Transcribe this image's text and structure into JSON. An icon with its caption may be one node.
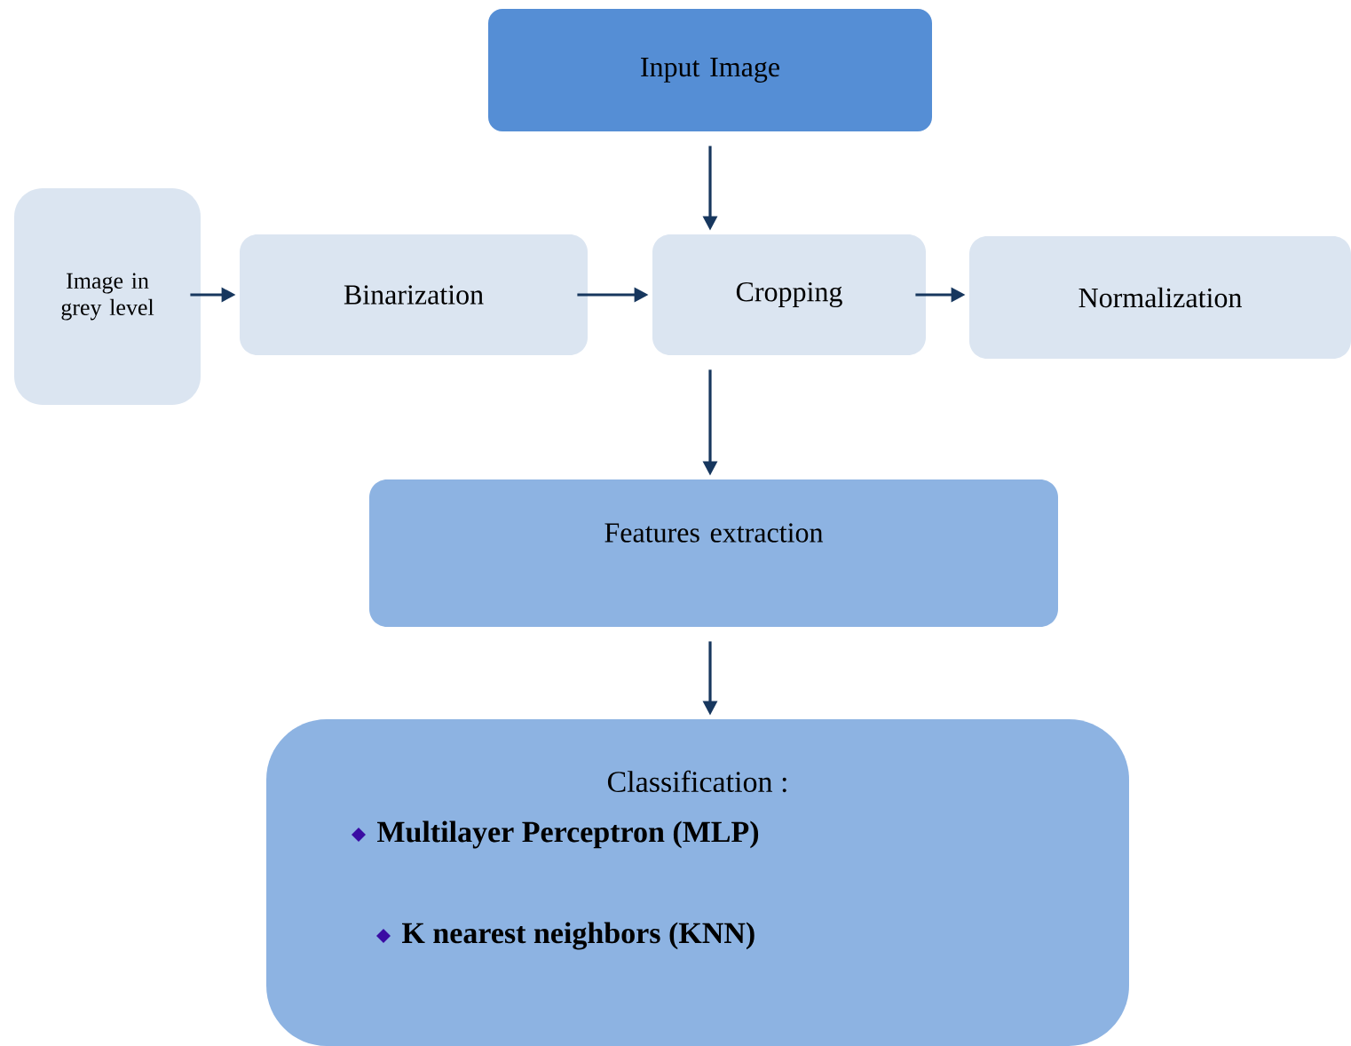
{
  "diagram": {
    "nodes": [
      {
        "text": [
          "Input Image"
        ]
      },
      {
        "text": [
          "Image in grey level"
        ]
      },
      {
        "text": [
          "Binarization"
        ]
      },
      {
        "text": [
          "Cropping"
        ]
      },
      {
        "text": [
          "Normalization"
        ]
      },
      {
        "text": [
          "Features extraction"
        ]
      },
      {
        "text": [
          "Classification :",
          "Multilayer Perceptron (MLP)",
          "K nearest neighbors (KNN)"
        ]
      }
    ],
    "edges": [
      {
        "from": 0,
        "to": 3,
        "arrow": "to"
      },
      {
        "from": 1,
        "to": 2,
        "arrow": "to"
      },
      {
        "from": 2,
        "to": 3,
        "arrow": "to"
      },
      {
        "from": 3,
        "to": 4,
        "arrow": "to"
      },
      {
        "from": 3,
        "to": 5,
        "arrow": "to"
      },
      {
        "from": 5,
        "to": 6,
        "arrow": "to"
      }
    ]
  }
}
